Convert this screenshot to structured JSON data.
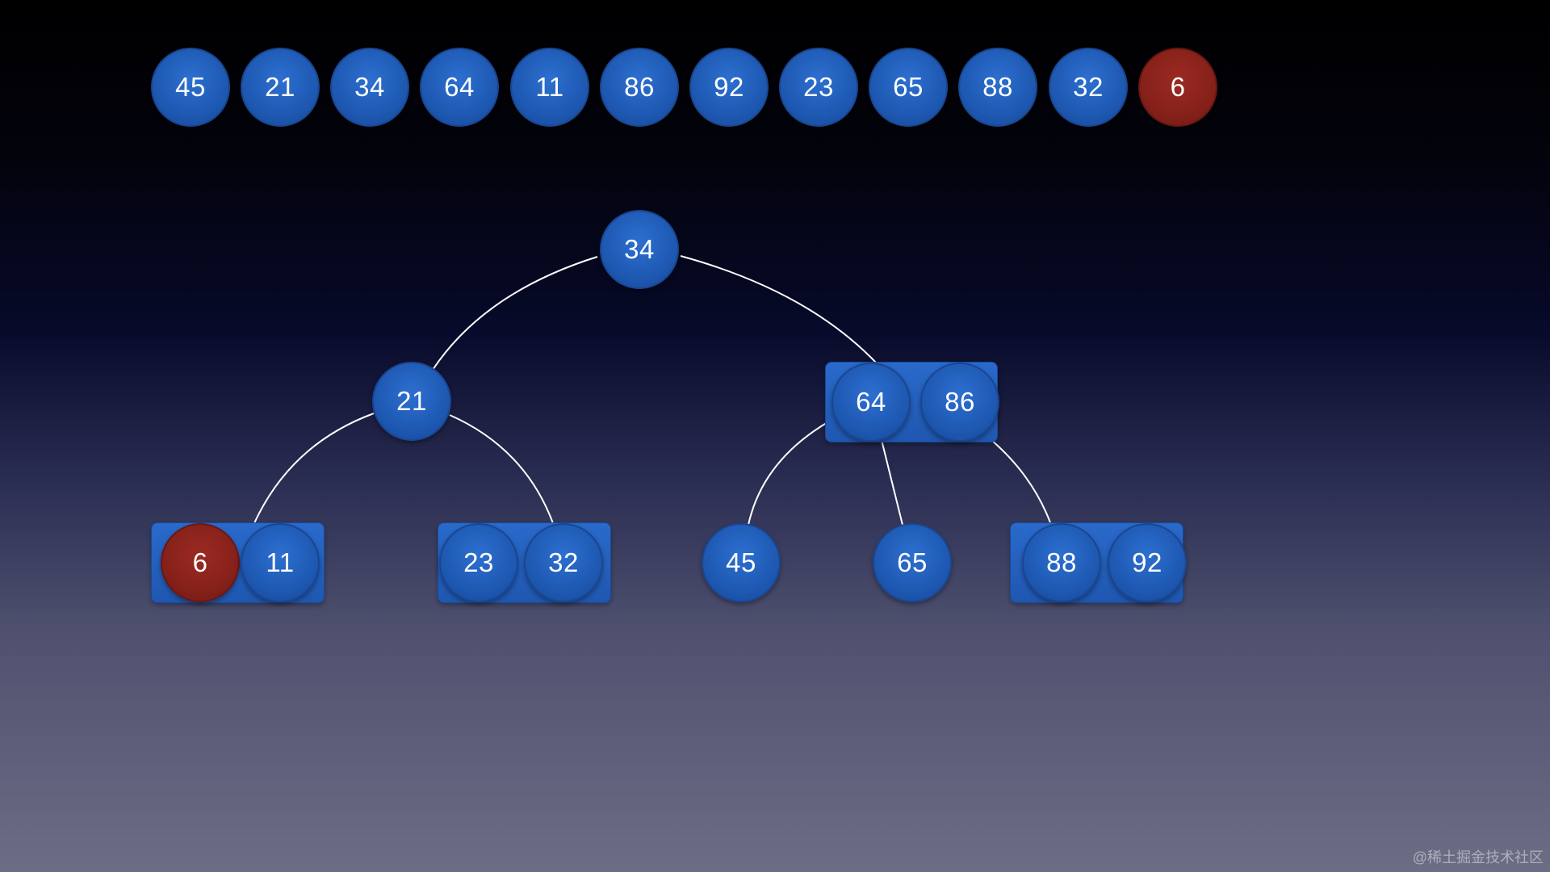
{
  "array": {
    "cells": [
      {
        "value": "45",
        "highlight": false
      },
      {
        "value": "21",
        "highlight": false
      },
      {
        "value": "34",
        "highlight": false
      },
      {
        "value": "64",
        "highlight": false
      },
      {
        "value": "11",
        "highlight": false
      },
      {
        "value": "86",
        "highlight": false
      },
      {
        "value": "92",
        "highlight": false
      },
      {
        "value": "23",
        "highlight": false
      },
      {
        "value": "65",
        "highlight": false
      },
      {
        "value": "88",
        "highlight": false
      },
      {
        "value": "32",
        "highlight": false
      },
      {
        "value": "6",
        "highlight": true
      }
    ]
  },
  "tree": {
    "root": {
      "keys": [
        "34"
      ]
    },
    "level1": [
      {
        "keys": [
          "21"
        ]
      },
      {
        "keys": [
          "64",
          "86"
        ]
      }
    ],
    "leaves": [
      {
        "keys": [
          "6",
          "11"
        ],
        "highlight_key": "6"
      },
      {
        "keys": [
          "23",
          "32"
        ]
      },
      {
        "keys": [
          "45"
        ]
      },
      {
        "keys": [
          "65"
        ]
      },
      {
        "keys": [
          "88",
          "92"
        ]
      }
    ]
  },
  "colors": {
    "node_blue": "#1f5bb5",
    "node_highlight_red": "#86211a",
    "edge": "#ffffff"
  },
  "watermark": "@稀土掘金技术社区"
}
